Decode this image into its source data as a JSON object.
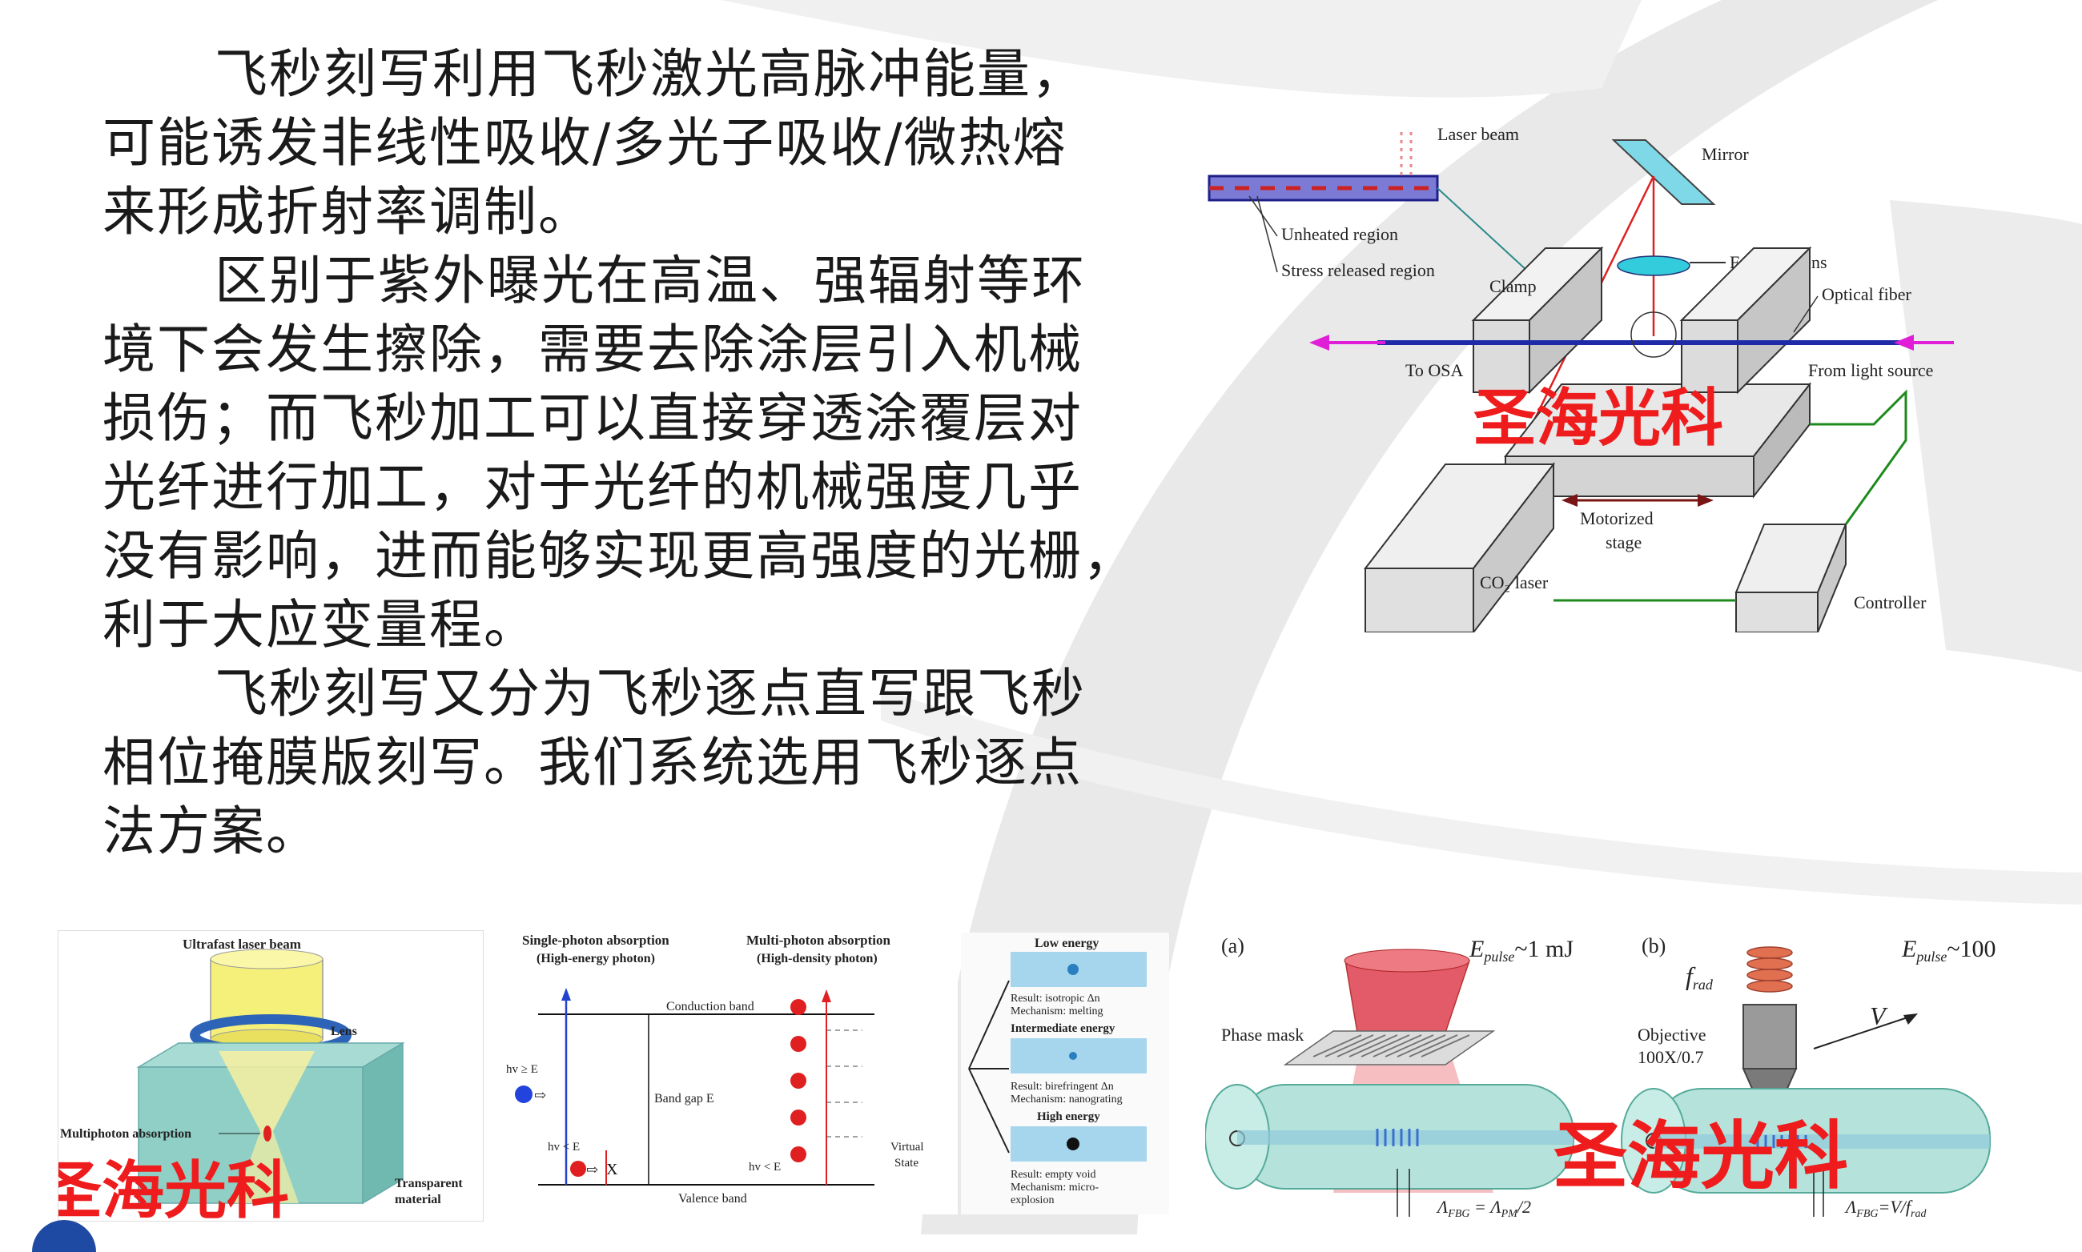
{
  "paragraphs": [
    {
      "lines": [
        "飞秒刻写利用飞秒激光高脉冲能量，",
        "可能诱发非线性吸收/多光子吸收/微热熔",
        "来形成折射率调制。"
      ]
    },
    {
      "lines": [
        "区别于紫外曝光在高温、强辐射等环",
        "境下会发生擦除，需要去除涂层引入机械",
        "损伤；而飞秒加工可以直接穿透涂覆层对",
        "光纤进行加工，对于光纤的机械强度几乎",
        "没有影响，进而能够实现更高强度的光栅，",
        "利于大应变量程。"
      ]
    },
    {
      "lines": [
        "飞秒刻写又分为飞秒逐点直写跟飞秒",
        "相位掩膜版刻写。我们系统选用飞秒逐点",
        "法方案。"
      ]
    }
  ],
  "watermark": "圣海光科",
  "co2_diagram": {
    "laser_beam": "Laser beam",
    "mirror": "Mirror",
    "unheated": "Unheated region",
    "stress": "Stress released region",
    "focusing_lens": "Focusing lens",
    "clamp": "Clamp",
    "optical_fiber": "Optical fiber",
    "to_osa": "To OSA",
    "from_source": "From light source",
    "motorized": "Motorized",
    "stage": "stage",
    "co2_laser": "CO₂ laser",
    "controller": "Controller"
  },
  "panel1": {
    "title": "Ultrafast laser beam",
    "lens": "Lens",
    "multiphoton": "Multiphoton absorption",
    "transparent": "Transparent",
    "material": "material"
  },
  "panel2": {
    "single_title": "Single-photon absorption",
    "single_sub": "(High-energy photon)",
    "multi_title": "Multi-photon absorption",
    "multi_sub": "(High-density photon)",
    "conduction": "Conduction band",
    "band_gap": "Band gap E",
    "hv_ge": "hv ≥ E",
    "hv_lt1": "hv < E",
    "hv_lt2": "hv < E",
    "virtual": "Virtual",
    "state": "State",
    "valence": "Valence band"
  },
  "panel3": {
    "low": "Low energy",
    "low_r1": "Result: isotropic Δn",
    "low_r2": "Mechanism: melting",
    "mid": "Intermediate energy",
    "mid_r1": "Result: birefringent Δn",
    "mid_r2": "Mechanism: nanograting",
    "high": "High energy",
    "high_r1": "Result: empty void",
    "high_r2": "Mechanism: micro-",
    "high_r3": "explosion"
  },
  "panel4": {
    "label_a": "(a)",
    "epulse_a": "E",
    "epulse_a_val": "~1 mJ",
    "phase_mask": "Phase mask",
    "lambda_a": "Λ",
    "lambda_a_eq": " = Λ",
    "lambda_a_end": "/2",
    "label_b": "(b)",
    "frad": "f",
    "epulse_b": "E",
    "epulse_b_val": "~100 nJ",
    "objective": "Objective",
    "objective_spec": "100X/0.7",
    "v": "V",
    "lambda_b": "Λ",
    "lambda_b_eq": "=V/f"
  }
}
